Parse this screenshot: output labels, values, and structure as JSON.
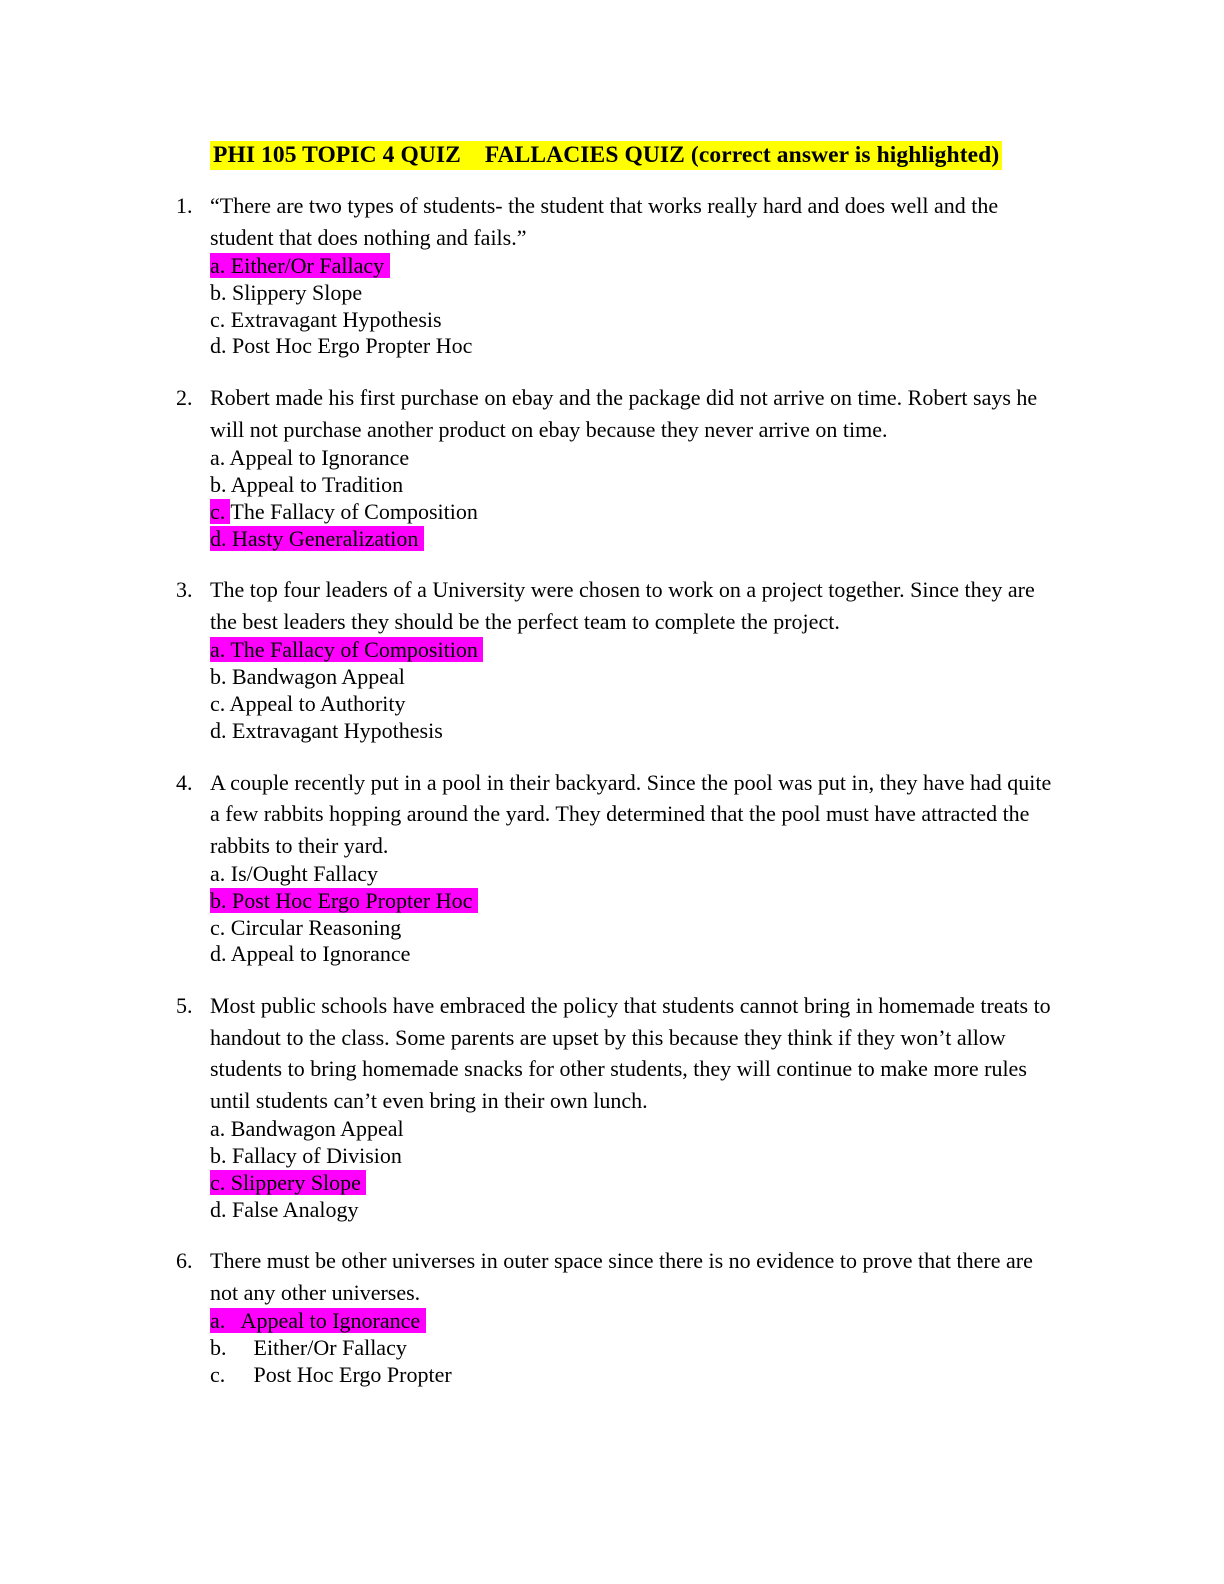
{
  "document": {
    "title_highlight_color": "#ffff00",
    "answer_highlight_color": "#ff00ff",
    "title": "PHI 105 TOPIC 4 QUIZ    FALLACIES QUIZ (correct answer is highlighted)"
  },
  "questions": [
    {
      "number": "1.",
      "stem": "“There are two types of students- the student that works really hard and does well and the student that does nothing and fails.”",
      "label_style": "compact",
      "options": [
        {
          "label": "a.",
          "text": "Either/Or Fallacy",
          "line": "a. Either/Or Fallacy",
          "highlight": "full"
        },
        {
          "label": "b.",
          "text": "Slippery Slope",
          "line": "b. Slippery Slope",
          "highlight": "none"
        },
        {
          "label": "c.",
          "text": "Extravagant Hypothesis",
          "line": "c. Extravagant Hypothesis",
          "highlight": "none"
        },
        {
          "label": "d.",
          "text": "Post Hoc Ergo Propter Hoc",
          "line": "d. Post Hoc Ergo Propter Hoc",
          "highlight": "none"
        }
      ]
    },
    {
      "number": "2.",
      "stem": "Robert made his first purchase on ebay and the package did not arrive on time. Robert says he will not purchase another product on ebay because they never arrive on time.",
      "label_style": "compact",
      "options": [
        {
          "label": "a.",
          "text": "Appeal to Ignorance",
          "line": "a. Appeal to Ignorance",
          "highlight": "none"
        },
        {
          "label": "b.",
          "text": "Appeal to Tradition",
          "line": "b. Appeal to Tradition",
          "highlight": "none"
        },
        {
          "label": "c.",
          "text": "The Fallacy of Composition",
          "line": "c. The Fallacy of Composition",
          "highlight": "label-only"
        },
        {
          "label": "d.",
          "text": "Hasty Generalization",
          "line": "d. Hasty Generalization",
          "highlight": "full"
        }
      ]
    },
    {
      "number": "3.",
      "stem": "The top four leaders of a University were chosen to work on a project together.  Since they are the best leaders they should be the perfect team to complete the project.",
      "label_style": "compact",
      "options": [
        {
          "label": "a.",
          "text": "The Fallacy of Composition",
          "line": "a. The Fallacy of Composition",
          "highlight": "full"
        },
        {
          "label": "b.",
          "text": "Bandwagon Appeal",
          "line": "b. Bandwagon Appeal",
          "highlight": "none"
        },
        {
          "label": "c.",
          "text": "Appeal to Authority",
          "line": "c. Appeal to Authority",
          "highlight": "none"
        },
        {
          "label": "d.",
          "text": "Extravagant Hypothesis",
          "line": "d. Extravagant Hypothesis",
          "highlight": "none"
        }
      ]
    },
    {
      "number": "4.",
      "stem": "A couple recently put in a pool in their backyard.  Since the pool was put in, they have had quite a few rabbits hopping around the yard. They determined that the pool must have attracted the rabbits to their yard.",
      "label_style": "compact",
      "options": [
        {
          "label": "a.",
          "text": "Is/Ought Fallacy",
          "line": "a. Is/Ought Fallacy",
          "highlight": "none"
        },
        {
          "label": "b.",
          "text": "Post Hoc Ergo Propter Hoc",
          "line": "b. Post Hoc Ergo Propter Hoc",
          "highlight": "full"
        },
        {
          "label": "c.",
          "text": "Circular Reasoning",
          "line": "c. Circular Reasoning",
          "highlight": "none"
        },
        {
          "label": "d.",
          "text": "Appeal to Ignorance",
          "line": "d. Appeal to Ignorance",
          "highlight": "none"
        }
      ]
    },
    {
      "number": "5.",
      "stem": "Most public schools have embraced the policy that students cannot bring in homemade treats to handout to the class. Some parents are upset by this because they think if they won’t allow students to bring homemade snacks for other students, they will continue to make more rules until students can’t even bring in their own lunch.",
      "label_style": "compact",
      "options": [
        {
          "label": "a.",
          "text": "Bandwagon Appeal",
          "line": "a. Bandwagon Appeal",
          "highlight": "none"
        },
        {
          "label": "b.",
          "text": "Fallacy of Division",
          "line": "b. Fallacy of Division",
          "highlight": "none"
        },
        {
          "label": "c.",
          "text": "Slippery Slope",
          "line": "c. Slippery Slope",
          "highlight": "full"
        },
        {
          "label": "d.",
          "text": "False Analogy",
          "line": "d. False Analogy",
          "highlight": "none"
        }
      ]
    },
    {
      "number": "6.",
      "stem": "There must be other universes in outer space since there is no evidence to prove that there are not any other universes.",
      "label_style": "wide",
      "options": [
        {
          "label": "a.",
          "text": "Appeal to Ignorance",
          "line": "a.   Appeal to Ignorance",
          "highlight": "full"
        },
        {
          "label": "b.",
          "text": "Either/Or Fallacy",
          "line": "b.   Either/Or Fallacy",
          "highlight": "none"
        },
        {
          "label": "c.",
          "text": "Post Hoc Ergo Propter",
          "line": "c.   Post Hoc Ergo Propter",
          "highlight": "none"
        }
      ]
    }
  ]
}
